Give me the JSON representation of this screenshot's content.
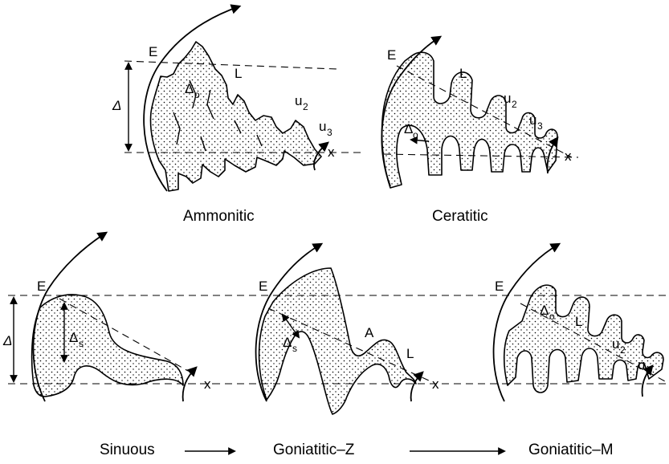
{
  "panels": {
    "ammonitic": {
      "caption": "Ammonitic",
      "labels": {
        "e": "E",
        "l": "L",
        "u2": "u",
        "u2_sub": "2",
        "u3": "u",
        "u3_sub": "3",
        "delta": "Δ",
        "delta_o": "Δ",
        "delta_o_sub": "o",
        "x": "x"
      }
    },
    "ceratitic": {
      "caption": "Ceratitic",
      "labels": {
        "e": "E",
        "l": "L",
        "u2": "u",
        "u2_sub": "2",
        "u3": "u",
        "u3_sub": "3",
        "delta_o": "Δ",
        "delta_o_sub": "o",
        "x": "x"
      }
    },
    "sinuous": {
      "caption": "Sinuous",
      "labels": {
        "e": "E",
        "delta": "Δ",
        "delta_s": "Δ",
        "delta_s_sub": "s",
        "x": "x"
      }
    },
    "goniatitic_z": {
      "caption": "Goniatitic–Z",
      "labels": {
        "e": "E",
        "a": "A",
        "l": "L",
        "delta_s": "Δ",
        "delta_s_sub": "s",
        "x": "x"
      }
    },
    "goniatitic_m": {
      "caption": "Goniatitic–M",
      "labels": {
        "e": "E",
        "l": "L",
        "u2": "u",
        "u2_sub": "2",
        "u3": "u",
        "u3_sub": "3",
        "delta_o": "Δ",
        "delta_o_sub": "o"
      }
    }
  }
}
